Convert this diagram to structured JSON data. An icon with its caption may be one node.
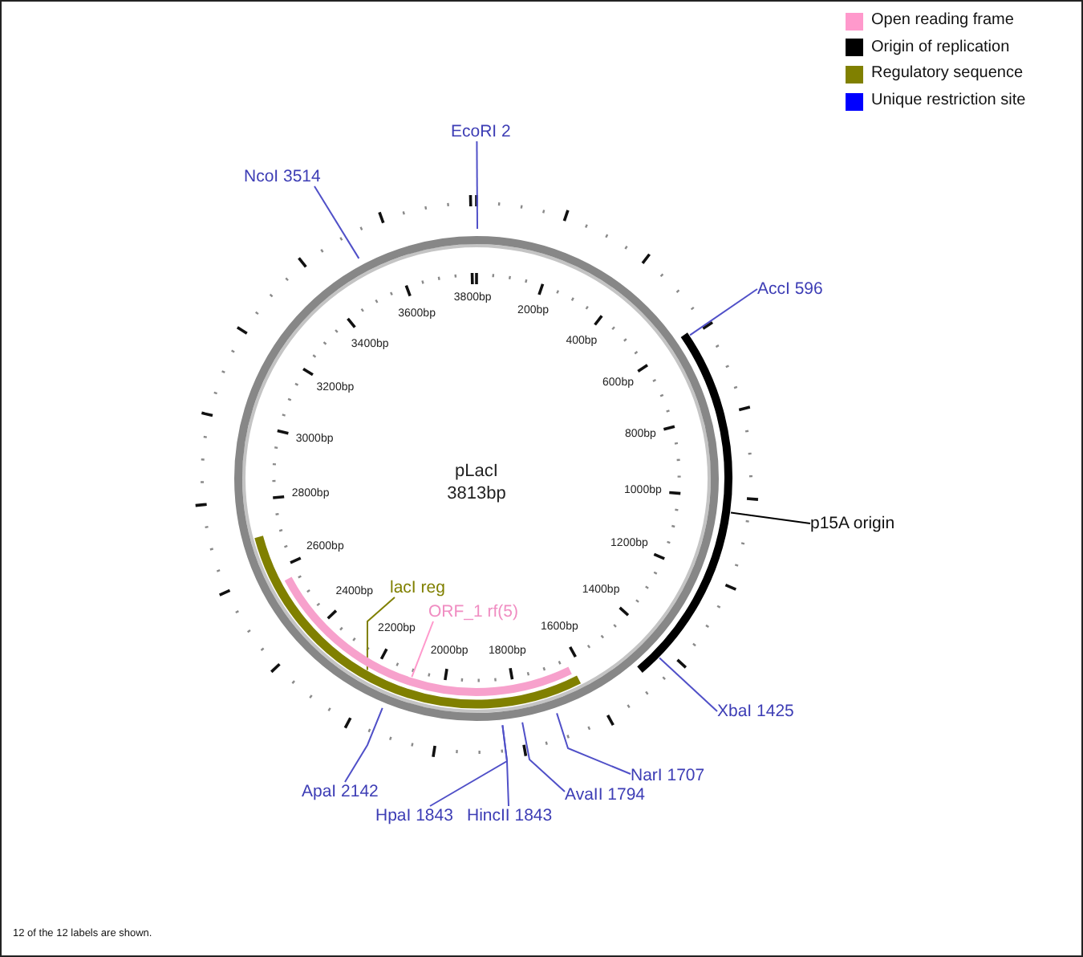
{
  "diagram": {
    "nodes": [
      {
        "text": [
          "EcoRI 2"
        ]
      },
      {
        "text": [
          "NcoI 3514"
        ]
      },
      {
        "text": [
          "pLacI",
          "3813bp"
        ]
      },
      {
        "text": [
          "lacI reg"
        ],
        "in": 2
      },
      {
        "text": [
          "ORF_1 rf(5)"
        ],
        "in": 2
      },
      {
        "text": [
          "AccI 596"
        ]
      },
      {
        "text": [],
        "shape": "arc"
      },
      {
        "text": [
          "p15A origin"
        ]
      },
      {
        "text": [
          "XbaI 1425"
        ]
      },
      {
        "text": [
          "NarI 1707"
        ]
      },
      {
        "text": [
          "ApaI 2142"
        ]
      },
      {
        "text": [
          "AvaII 1794"
        ]
      },
      {
        "text": [
          "HpaI 1843"
        ]
      },
      {
        "text": [
          "HincII 1843"
        ]
      }
    ],
    "edges": [
      {
        "from": 0,
        "to": 2,
        "arrow": "none"
      },
      {
        "from": 1,
        "to": 2,
        "arrow": "none"
      },
      {
        "from": 3,
        "to": 2,
        "arrow": "none",
        "color": "#808000"
      },
      {
        "from": 4,
        "to": 2,
        "arrow": "none",
        "color": "#ff99cc"
      },
      {
        "from": 5,
        "to": 6,
        "arrow": "none"
      },
      {
        "from": 7,
        "to": 6,
        "arrow": "none",
        "color": "#000000"
      },
      {
        "from": 8,
        "to": 6,
        "arrow": "none"
      },
      {
        "from": 9,
        "to": 2,
        "arrow": "none"
      },
      {
        "from": 10,
        "to": 2,
        "arrow": "none"
      },
      {
        "from": 11,
        "to": 2,
        "arrow": "none"
      },
      {
        "from": 12,
        "to": 2,
        "arrow": "none"
      },
      {
        "from": 13,
        "to": 2,
        "arrow": "none"
      }
    ],
    "labels": [
      "200bp",
      "400bp",
      "600bp",
      "800bp",
      "1000bp",
      "1200bp",
      "1400bp",
      "1600bp",
      "1800bp",
      "2000bp",
      "2200bp",
      "2400bp",
      "2600bp",
      "2800bp",
      "3000bp",
      "3200bp",
      "3400bp",
      "3600bp",
      "3800bp",
      "12 of the 12 labels are shown."
    ],
    "legend": [
      {
        "text": "Open reading frame",
        "color": "#ff99cc"
      },
      {
        "text": "Origin of replication",
        "color": "#000000"
      },
      {
        "text": "Regulatory sequence",
        "color": "#808000"
      },
      {
        "text": "Unique restriction site",
        "color": "#0000ff"
      }
    ]
  }
}
